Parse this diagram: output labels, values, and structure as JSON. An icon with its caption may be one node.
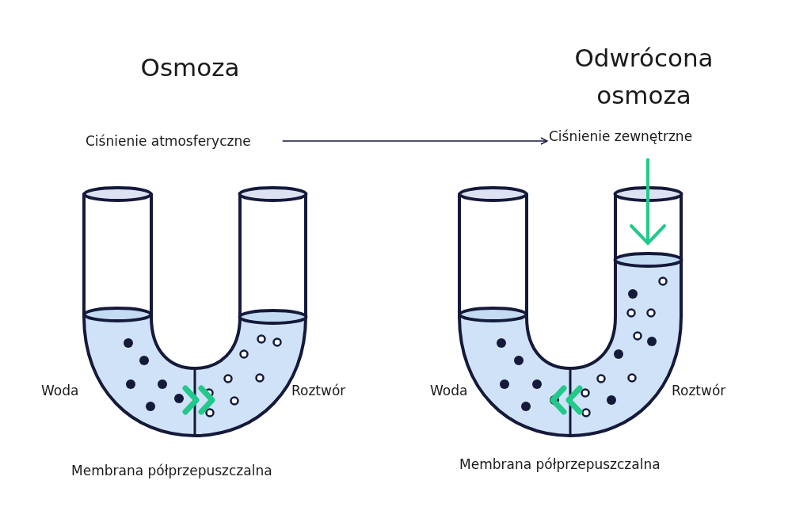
{
  "diagram": {
    "nodes": [
      {
        "text": [
          "Ciśnienie atmosferyczne"
        ]
      },
      {
        "text": [
          "Ciśnienie zewnętrzne"
        ]
      }
    ],
    "edges": [
      {
        "from": 0,
        "to": 1,
        "arrow": "to"
      }
    ],
    "labels": [
      "Osmoza",
      "Odwrócona osmoza",
      "Woda",
      "Roztwór",
      "Membrana półprzepuszczalna",
      "Woda",
      "Roztwór",
      "Membrana półprzepuszczalna"
    ]
  }
}
